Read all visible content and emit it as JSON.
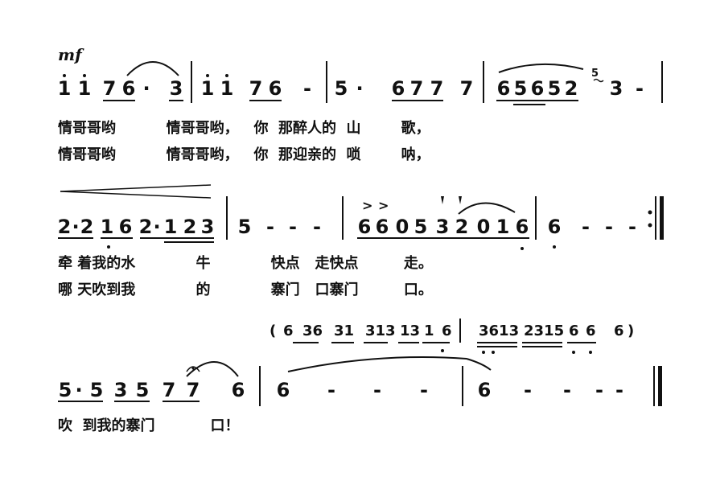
{
  "score": {
    "dynamic": "mf",
    "row1": {
      "notes": [
        "1",
        "1",
        "7",
        "6",
        "·",
        "3",
        "1",
        "1",
        "7",
        "6",
        "-",
        "5",
        "·",
        "6",
        "7",
        "7",
        "7",
        "6",
        "5",
        "6",
        "5",
        "2",
        "3",
        "-"
      ],
      "lyrics_line1": "情哥哥哟          情哥哥哟，   你  那醉人的  山        歌，",
      "lyrics_line2": "情哥哥哟          情哥哥哟，   你  那迎亲的  唢        呐，",
      "grace": "5"
    },
    "row2": {
      "notes": [
        "2",
        "·",
        "2",
        "1",
        "6",
        "2",
        "·",
        "1",
        "2",
        "3",
        "5",
        "-",
        "-",
        "-",
        "6",
        "6",
        "0",
        "5",
        "3",
        "2",
        "0",
        "1",
        "6",
        "6",
        "-",
        "-",
        "-"
      ],
      "accents": [
        ">",
        ">"
      ],
      "lyrics_line1": "牵 着我的水            牛            快点   走快点         走。",
      "lyrics_line2": "哪 天吹到我            的            寨门   口寨门         口。"
    },
    "row3": {
      "interlude": "(6 36 31 313 13 1 6  |  3613 2315 6 6  6)",
      "interlude_open": "(",
      "interlude_close": ")",
      "interlude_groups": [
        "6",
        "36",
        "31",
        "313",
        "13",
        "1",
        "6",
        "3613",
        "2315",
        "6",
        "6",
        "6"
      ],
      "notes": [
        "5",
        "·",
        "5",
        "3",
        "5",
        "7",
        "7",
        "6",
        "6",
        "-",
        "-",
        "-",
        "-",
        "6",
        "-",
        "-",
        "-",
        "-"
      ],
      "lyrics_line1": "吹  到我的寨门           口！"
    }
  }
}
